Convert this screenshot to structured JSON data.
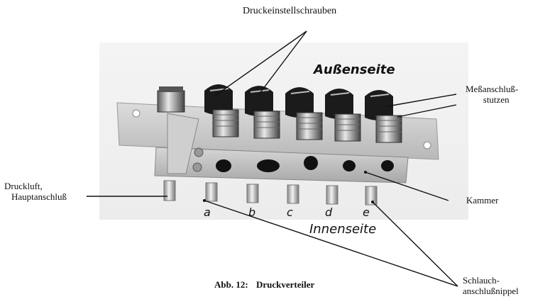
{
  "labels": {
    "pressure_screws": "Druckeinstellschrauben",
    "outer_side": "Außenseite",
    "measure_nozzle_line1": "Meßanschluß-",
    "measure_nozzle_line2": "stutzen",
    "air_main_line1": "Druckluft,",
    "air_main_line2": "Hauptanschluß",
    "chamber": "Kammer",
    "inner_side": "Innenseite",
    "hose_nipple_line1": "Schlauch-",
    "hose_nipple_line2": "anschlußnippel"
  },
  "nipple_letters": [
    "a",
    "b",
    "c",
    "d",
    "e"
  ],
  "caption": {
    "prefix": "Abb. 12:",
    "title": "Druckverteiler"
  }
}
